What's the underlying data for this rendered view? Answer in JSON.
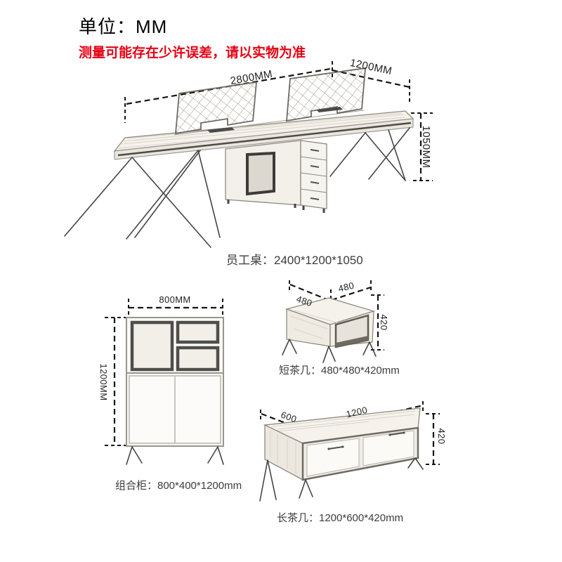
{
  "header": {
    "unit_label": "单位：MM",
    "disclaimer": "测量可能存在少许误差，请以实物为准"
  },
  "colors": {
    "accent_red": "#e60012",
    "dimension_line": "#151515",
    "wood_fill": "#f5f2ec",
    "caption_text": "#3c3c3c"
  },
  "desk": {
    "dims": {
      "length": "2800MM",
      "depth": "1200MM",
      "height": "1050MM"
    },
    "caption": "员工桌：2400*1200*1050"
  },
  "cabinet": {
    "dims": {
      "width": "800MM",
      "height": "1200MM"
    },
    "caption": "组合柜：800*400*1200mm"
  },
  "short_tea_table": {
    "dims": {
      "depth_left": "480",
      "width_right": "480",
      "height": "420"
    },
    "caption": "短茶几：480*480*420mm"
  },
  "long_tea_table": {
    "dims": {
      "depth": "600",
      "width": "1200",
      "height": "420"
    },
    "caption": "长茶几：1200*600*420mm"
  }
}
